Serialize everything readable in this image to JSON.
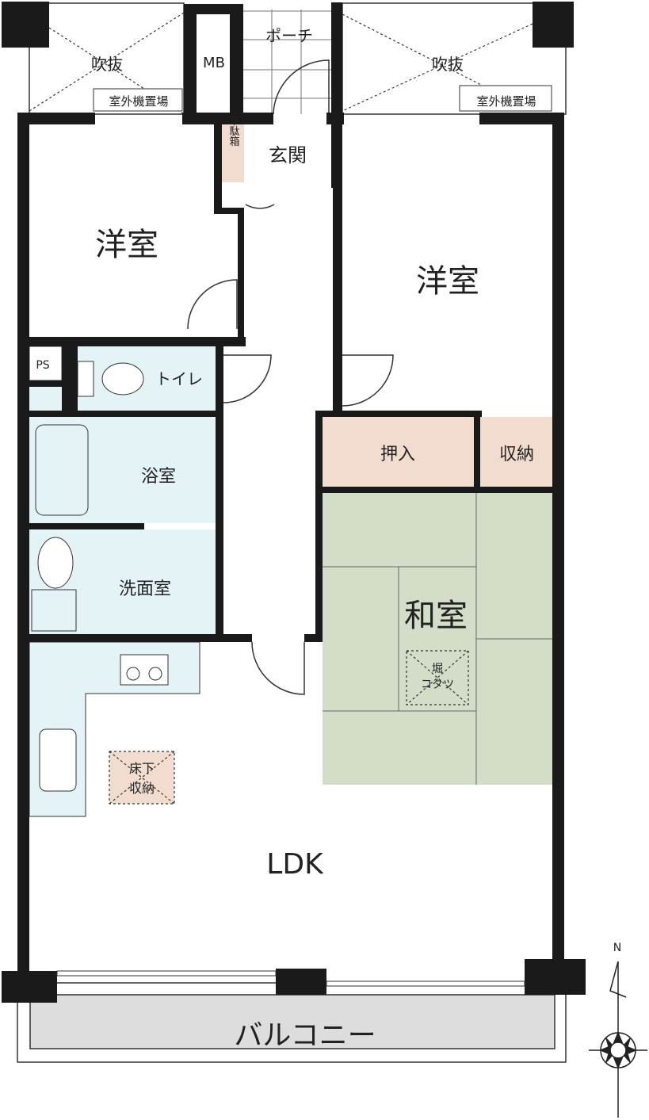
{
  "colors": {
    "wall": "#1a1a1a",
    "storage": "#f2dcd0",
    "wet": "#e4f3f6",
    "tatami": "#d3ddc8",
    "balcony": "#dddddd"
  },
  "labels": {
    "void_left": "吹抜",
    "void_right": "吹抜",
    "mb": "MB",
    "porch": "ポーチ",
    "ac_left": "室外機置場",
    "ac_right": "室外機置場",
    "shoe_box": "下駄箱",
    "entrance": "玄関",
    "western_left": "洋室",
    "western_right": "洋室",
    "ps": "PS",
    "toilet": "トイレ",
    "bath": "浴室",
    "washroom": "洗面室",
    "closet": "押入",
    "storage": "収納",
    "japanese": "和室",
    "kotatsu_1": "堀",
    "kotatsu_2": "コタツ",
    "underfloor_1": "床下",
    "underfloor_2": "収納",
    "ldk": "LDK",
    "balcony": "バルコニー",
    "north": "N"
  }
}
